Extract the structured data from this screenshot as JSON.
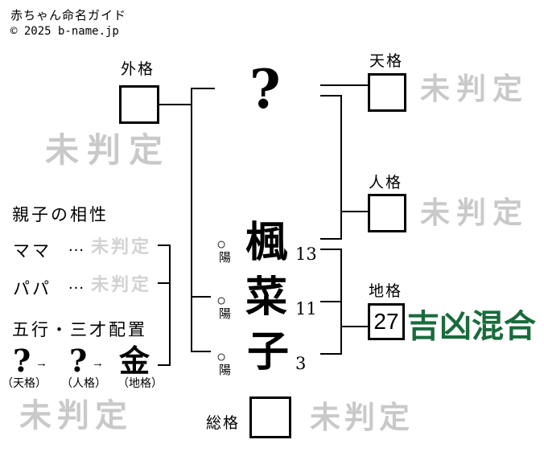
{
  "header": {
    "title": "赤ちゃん命名ガイド",
    "copyright": "© 2025 b-name.jp"
  },
  "colors": {
    "watermark_gray": "#c9c9c9",
    "result_green": "#1a6b3c",
    "line_black": "#000000"
  },
  "diagram": {
    "kaku": [
      {
        "id": "gaikaku",
        "label": "外格",
        "value": "",
        "result": "未判定"
      },
      {
        "id": "tenkaku",
        "label": "天格",
        "value": "",
        "result": "未判定"
      },
      {
        "id": "jinkaku",
        "label": "人格",
        "value": "",
        "result": "未判定"
      },
      {
        "id": "chikaku",
        "label": "地格",
        "value": "27",
        "result": "吉凶混合"
      },
      {
        "id": "soukaku",
        "label": "総格",
        "value": "",
        "result": "未判定"
      }
    ],
    "surname": {
      "char": "?"
    },
    "given_name": [
      {
        "char": "楓",
        "strokes": "13",
        "inyou_symbol": "○",
        "inyou": "陽"
      },
      {
        "char": "菜",
        "strokes": "11",
        "inyou_symbol": "○",
        "inyou": "陽"
      },
      {
        "char": "子",
        "strokes": "3",
        "inyou_symbol": "○",
        "inyou": "陽"
      }
    ]
  },
  "compatibility": {
    "heading": "親子の相性",
    "rows": [
      {
        "label": "ママ",
        "dots": "…",
        "value": "未判定"
      },
      {
        "label": "パパ",
        "dots": "…",
        "value": "未判定"
      }
    ]
  },
  "gogyou": {
    "heading": "五行・三才配置",
    "arrow": "→",
    "items": [
      {
        "value": "?",
        "label": "（天格）"
      },
      {
        "value": "?",
        "label": "（人格）"
      },
      {
        "value": "金",
        "label": "（地格）"
      }
    ],
    "result": "未判定"
  }
}
